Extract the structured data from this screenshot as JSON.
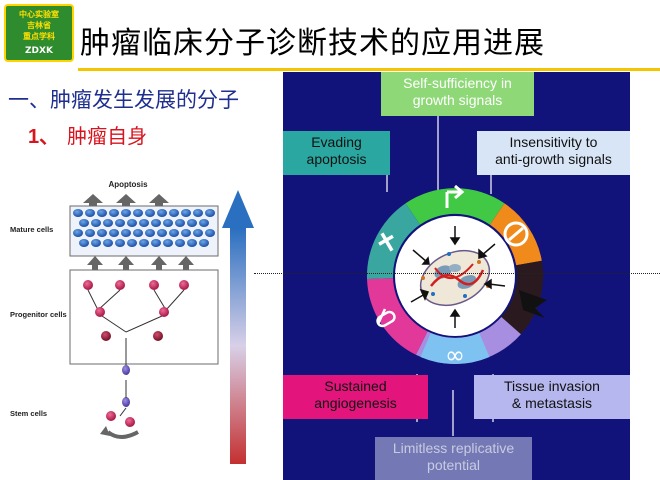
{
  "logo": {
    "line1": "中心实验室",
    "line2": "吉林省",
    "line3": "重点学科",
    "line4": "ZDXK"
  },
  "title": "肿瘤临床分子诊断技术的应用进展",
  "heading1": "一、肿瘤发生发展的分子",
  "heading2": {
    "number": "1、",
    "text": "肿瘤自身"
  },
  "hierarchy": {
    "title": "Apoptosis",
    "labels": {
      "mature": "Mature cells",
      "progenitor": "Progenitor cells",
      "stem": "Stem cells"
    }
  },
  "hallmarks": {
    "self_sufficiency": [
      "Self-sufficiency in",
      "growth signals"
    ],
    "evading_apoptosis": [
      "Evading",
      "apoptosis"
    ],
    "insensitivity": [
      "Insensitivity to",
      "anti-growth signals"
    ],
    "angiogenesis": [
      "Sustained",
      "angiogenesis"
    ],
    "invasion": [
      "Tissue invasion",
      "& metastasis"
    ],
    "replicative": [
      "Limitless replicative",
      "potential"
    ]
  },
  "colors": {
    "panel_bg": "#12137a",
    "self": "#8fd878",
    "apoptosis": "#2aa7a0",
    "insensitivity": "#d7e5f6",
    "angiogenesis": "#e4147d",
    "invasion": "#b6b7ef",
    "replicative": "#7479b5",
    "title_rule": "#f2c500"
  }
}
